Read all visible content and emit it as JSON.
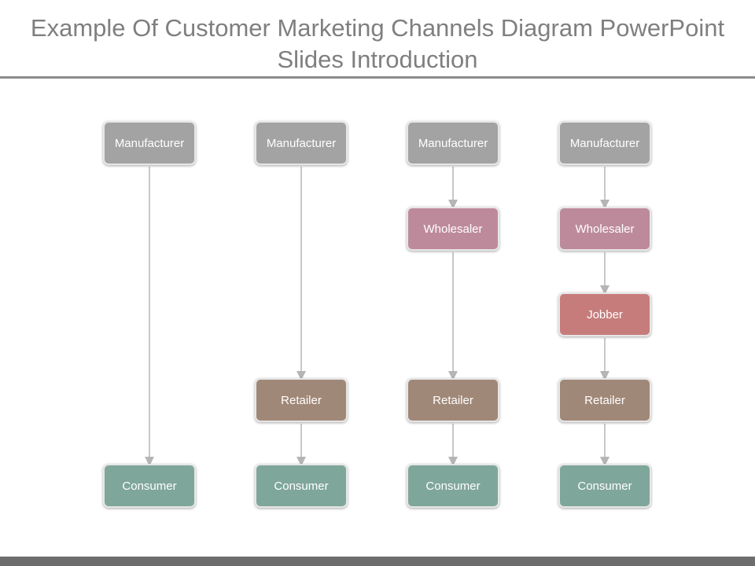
{
  "header": {
    "title_line1": "Example Of Customer Marketing Channels Diagram PowerPoint",
    "title_line2": "Slides Introduction"
  },
  "colors": {
    "manufacturer": "#a3a3a3",
    "wholesaler": "#bd8a9c",
    "jobber": "#c77c7c",
    "retailer": "#a08878",
    "consumer": "#7fa69a",
    "connector": "#b5b5b5"
  },
  "channels": [
    {
      "nodes": [
        {
          "role": "manufacturer",
          "label": "Manufacturer"
        },
        {
          "role": "consumer",
          "label": "Consumer"
        }
      ]
    },
    {
      "nodes": [
        {
          "role": "manufacturer",
          "label": "Manufacturer"
        },
        {
          "role": "retailer",
          "label": "Retailer"
        },
        {
          "role": "consumer",
          "label": "Consumer"
        }
      ]
    },
    {
      "nodes": [
        {
          "role": "manufacturer",
          "label": "Manufacturer"
        },
        {
          "role": "wholesaler",
          "label": "Wholesaler"
        },
        {
          "role": "retailer",
          "label": "Retailer"
        },
        {
          "role": "consumer",
          "label": "Consumer"
        }
      ]
    },
    {
      "nodes": [
        {
          "role": "manufacturer",
          "label": "Manufacturer"
        },
        {
          "role": "wholesaler",
          "label": "Wholesaler"
        },
        {
          "role": "jobber",
          "label": "Jobber"
        },
        {
          "role": "retailer",
          "label": "Retailer"
        },
        {
          "role": "consumer",
          "label": "Consumer"
        }
      ]
    }
  ]
}
